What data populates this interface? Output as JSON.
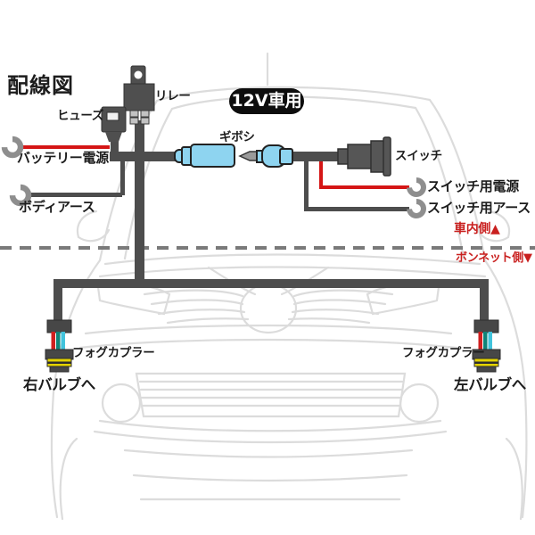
{
  "page": {
    "title": "配線図",
    "badge": "12V車用"
  },
  "diagram": {
    "labels": {
      "relay": "リレー",
      "fuse": "ヒューズ",
      "battery_power": "バッテリー電源",
      "body_ground": "ボディアース",
      "giboshi": "ギボシ",
      "switch": "スイッチ",
      "switch_power": "スイッチ用電源",
      "switch_ground": "スイッチ用アース",
      "cabin_side": "車内側▲",
      "bonnet_side": "ボンネット側▼",
      "fog_coupler_a": "フォグカプラー",
      "to_right_bulb": "右バルブへ",
      "fog_coupler_b": "フォグカプラー",
      "to_left_bulb": "左バルブへ"
    },
    "icons": {
      "battery_terminal": "clamp-terminal-icon",
      "body_ground_terminal": "clamp-terminal-icon",
      "switch_power_terminal": "clamp-terminal-icon",
      "switch_ground_terminal": "clamp-terminal-icon"
    },
    "colors": {
      "wire_dark": "#4d4d4d",
      "wire_red": "#d51515",
      "giboshi_blue": "#8ed4f0",
      "coupler_yellow": "#e3d200",
      "coupler_wire_teal": "#0f8378",
      "coupler_wire_cyan": "#41c3dc",
      "label_red": "#c9201f",
      "car_outline": "#dcdcdc",
      "badge_bg": "#0d0d0d",
      "badge_text": "#ffffff"
    }
  }
}
